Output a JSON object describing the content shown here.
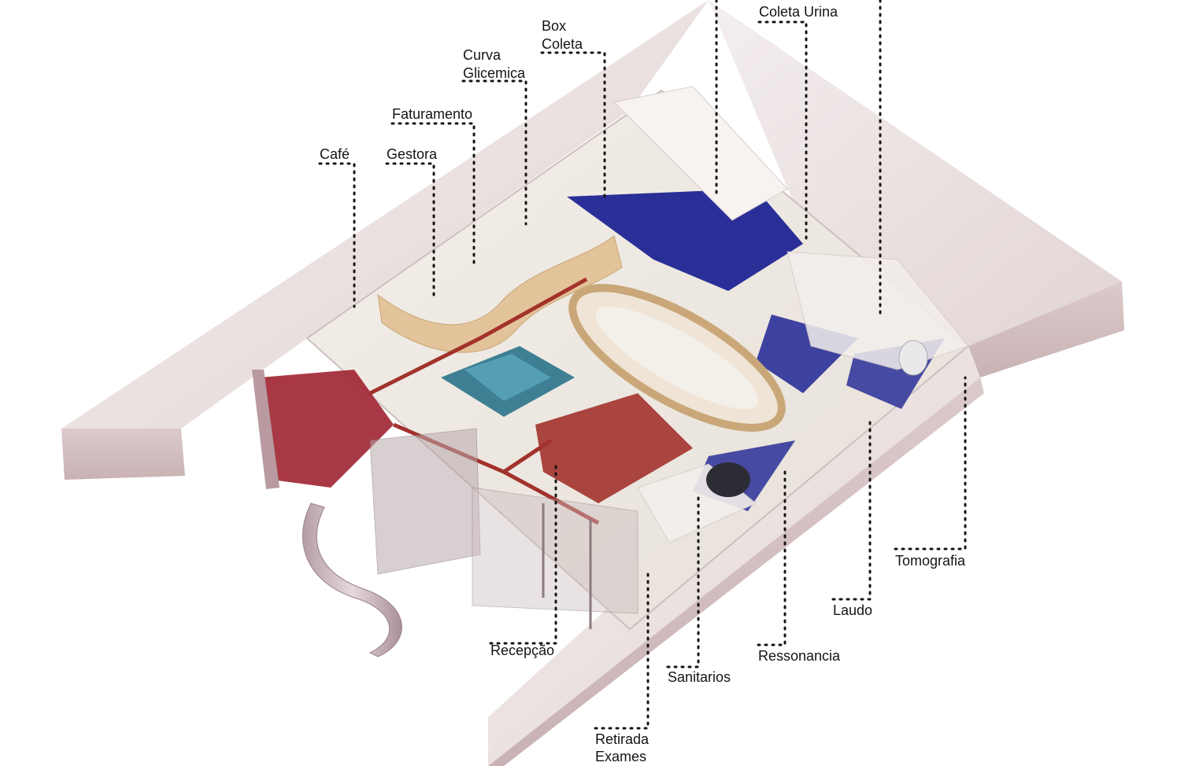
{
  "diagram": {
    "labels": {
      "cafe": "Café",
      "gestora": "Gestora",
      "faturamento": "Faturamento",
      "curva_l1": "Curva",
      "curva_l2": "Glicemica",
      "box_l1": "Box",
      "box_l2": "Coleta",
      "coleta_urina": "Coleta Urina",
      "recepcao": "Recepção",
      "retirada_l1": "Retirada",
      "retirada_l2": "Exames",
      "sanitarios": "Sanitarios",
      "ressonancia": "Ressonancia",
      "laudo": "Laudo",
      "tomografia": "Tomografia"
    },
    "colors": {
      "accent_blue": "#2a2f98",
      "floor_red": "#a3322c",
      "wood": "#e3c49a",
      "shell": "#e8dcdc",
      "label_text": "#141414"
    }
  }
}
